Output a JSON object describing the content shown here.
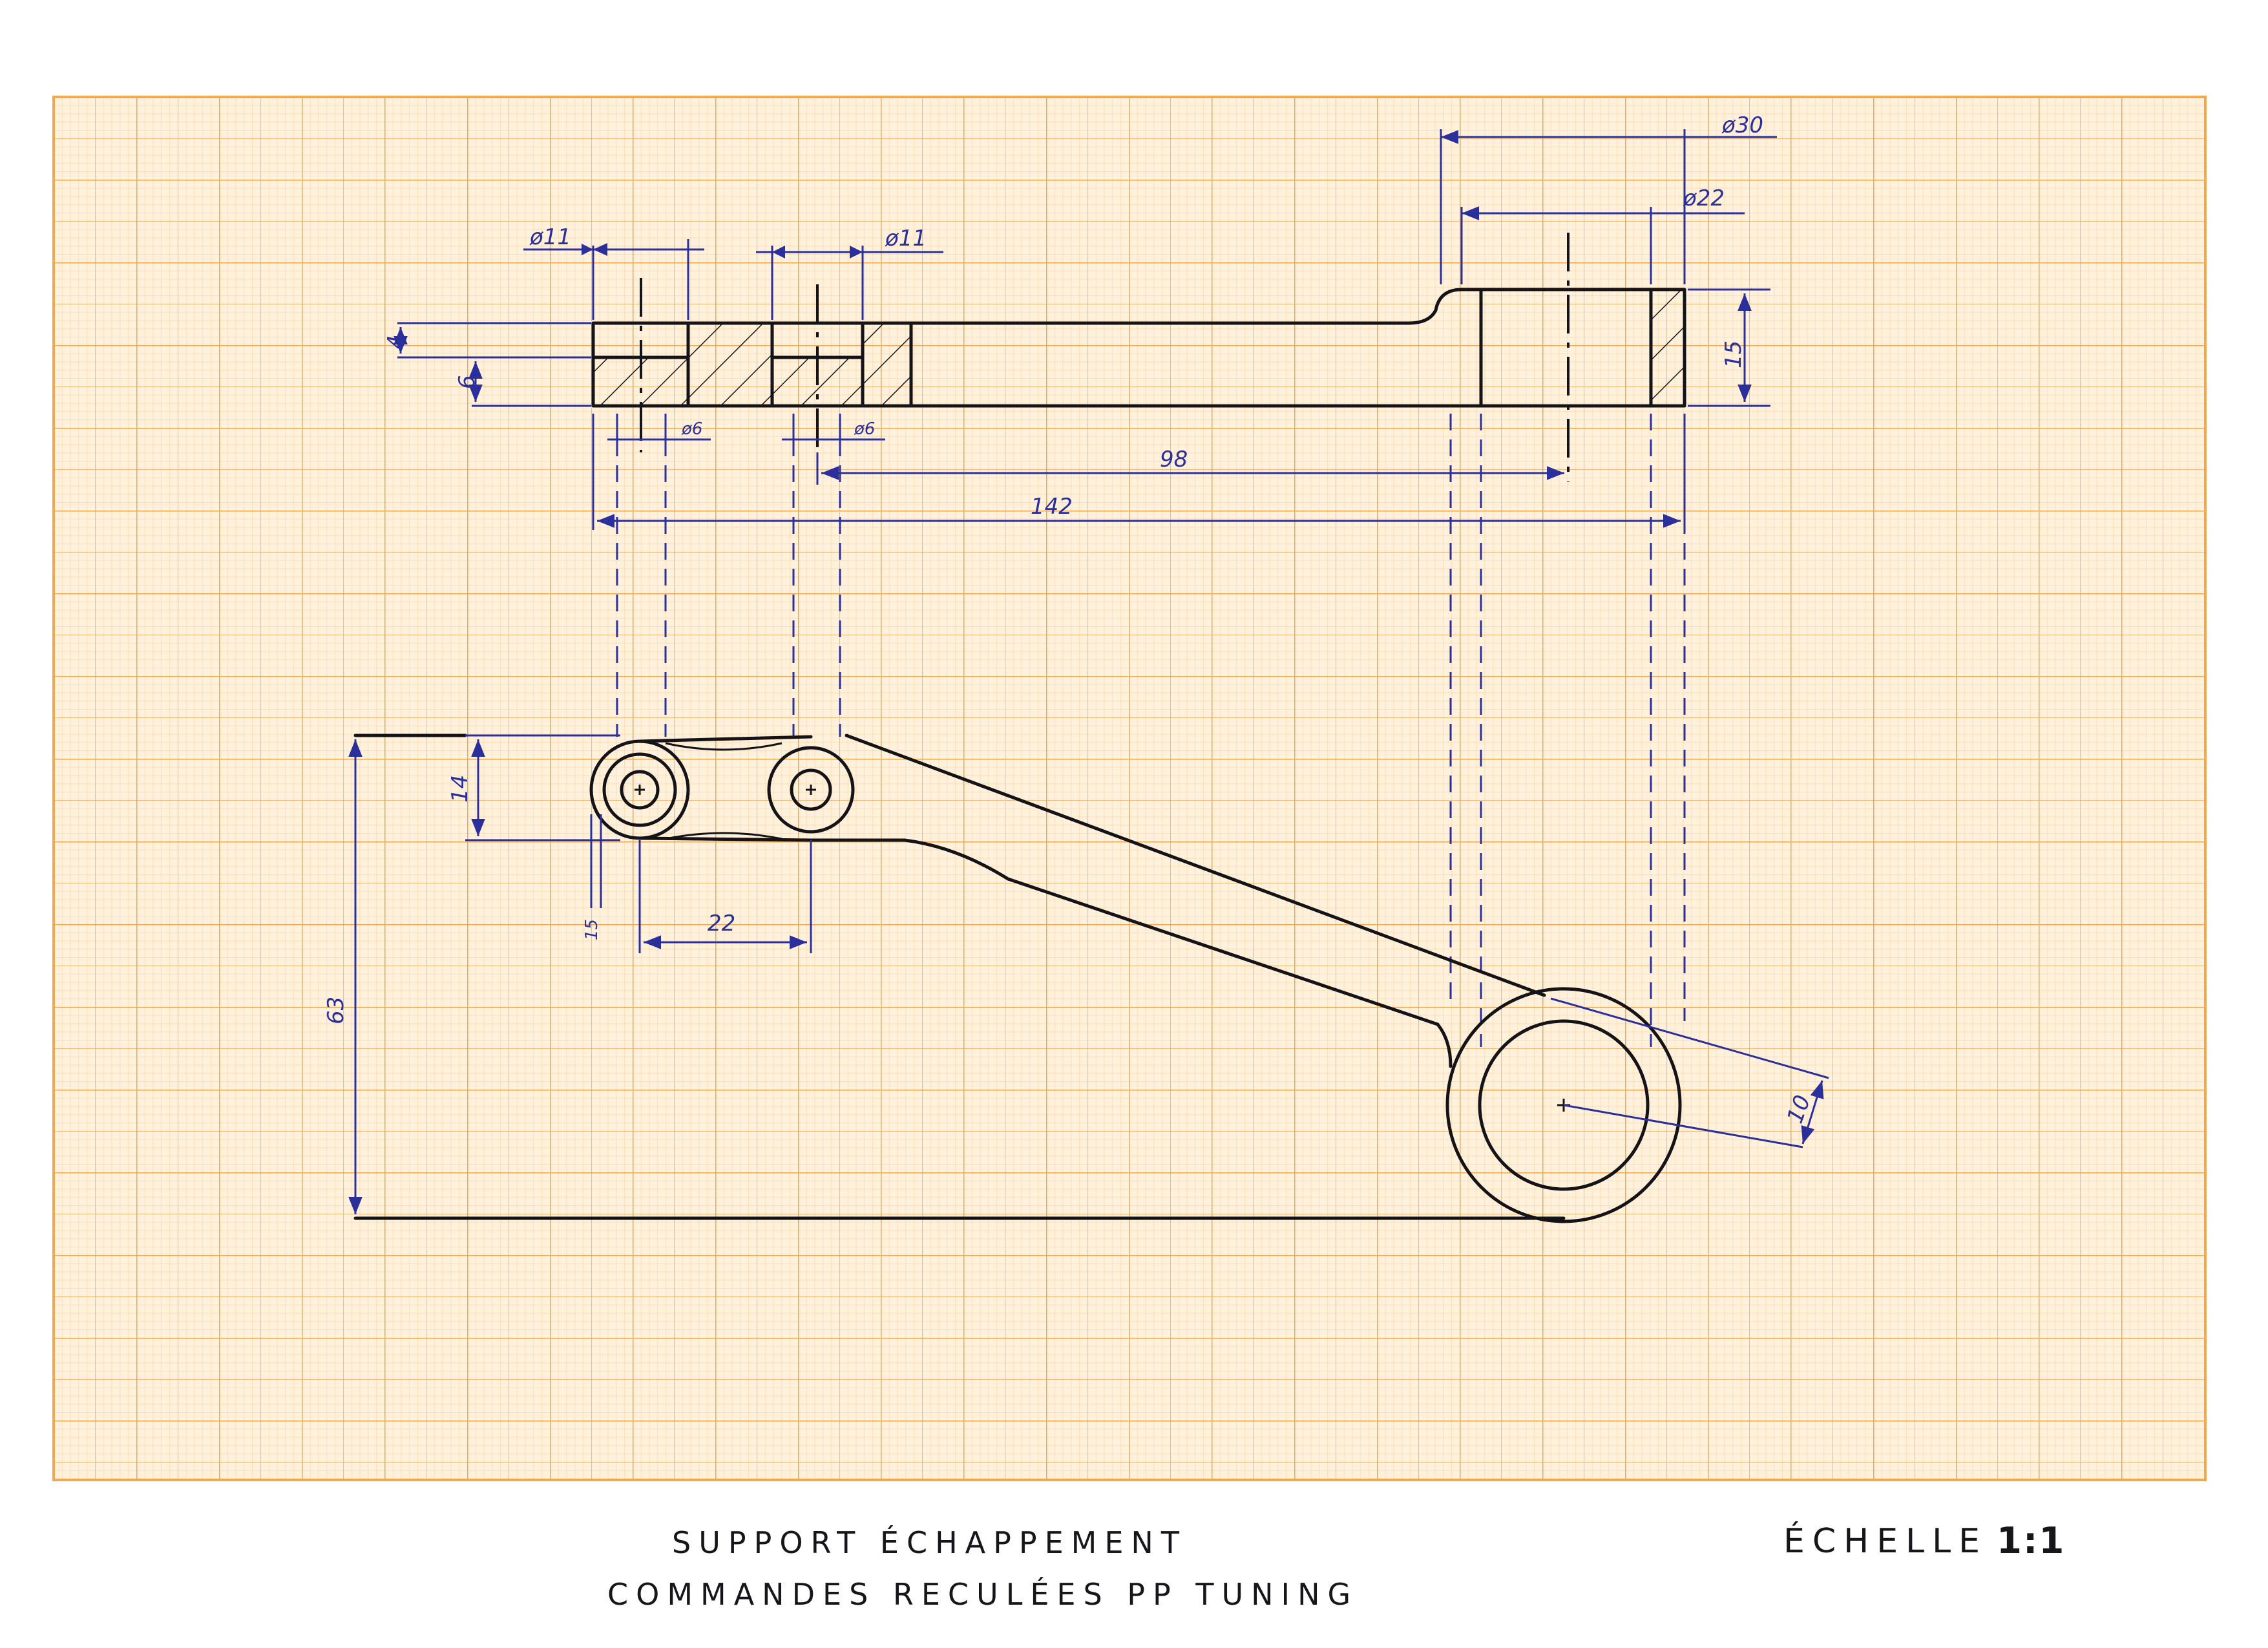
{
  "title": {
    "line1": "SUPPORT ÉCHAPPEMENT",
    "line2": "COMMANDES RECULÉES PP TUNING"
  },
  "scale": {
    "label": "ÉCHELLE",
    "value": "1:1"
  },
  "dimensions": {
    "d30": "ø30",
    "d22": "ø22",
    "d11_left": "ø11",
    "d11_right": "ø11",
    "d6_left": "ø6",
    "d6_right": "ø6",
    "h4": "4",
    "h6": "6",
    "h15": "15",
    "len98": "98",
    "len142": "142",
    "h14": "14",
    "r15": "15",
    "len22": "22",
    "h63": "63",
    "w10": "10"
  },
  "colors": {
    "grid_minor": "#fbd7a8",
    "grid_major": "#f0a94e",
    "paper": "#fff1dc",
    "ink": "#141418",
    "dimension_ink": "#2a2f9c"
  }
}
